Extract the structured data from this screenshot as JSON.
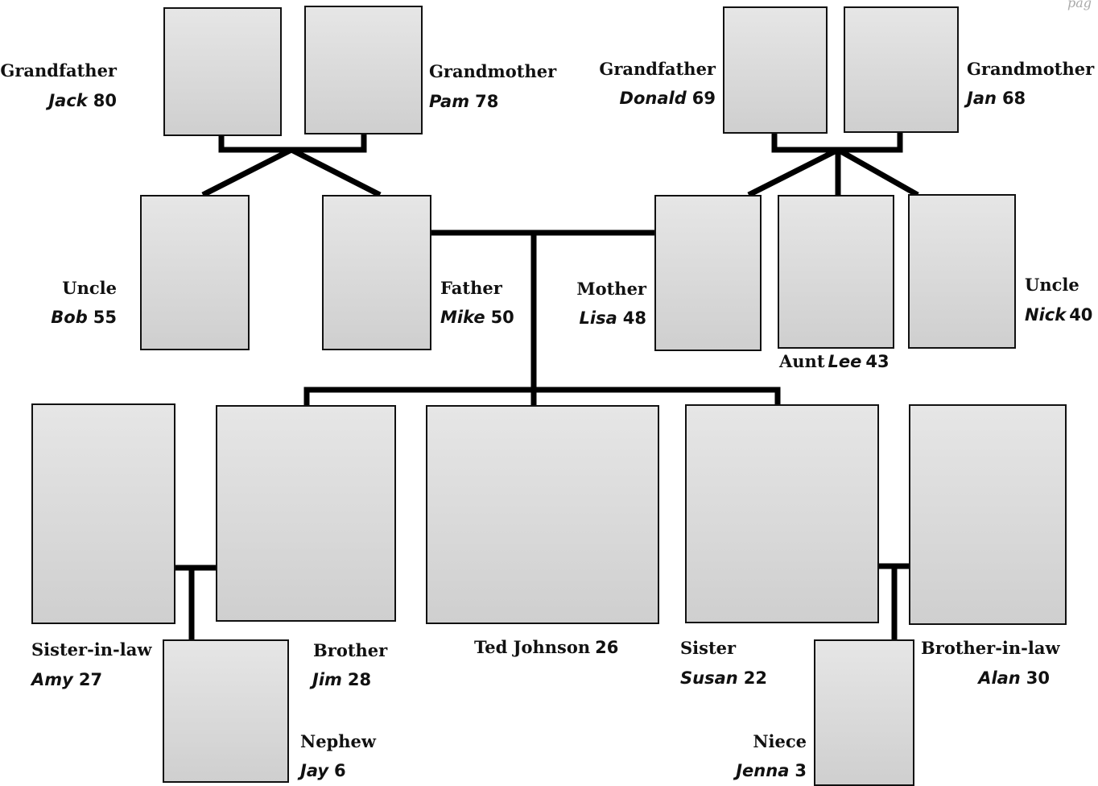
{
  "page_mark": "pag",
  "people": {
    "jack": {
      "role": "Grandfather",
      "name": "Jack",
      "age": "80"
    },
    "pam": {
      "role": "Grandmother",
      "name": "Pam",
      "age": "78"
    },
    "donald": {
      "role": "Grandfather",
      "name": "Donald",
      "age": "69"
    },
    "jan": {
      "role": "Grandmother",
      "name": "Jan",
      "age": "68"
    },
    "bob": {
      "role": "Uncle",
      "name": "Bob",
      "age": "55"
    },
    "mike": {
      "role": "Father",
      "name": "Mike",
      "age": "50"
    },
    "lisa": {
      "role": "Mother",
      "name": "Lisa",
      "age": "48"
    },
    "lee": {
      "role": "Aunt",
      "name": "Lee",
      "age": "43"
    },
    "nick": {
      "role": "Uncle",
      "name": "Nick",
      "age": "40"
    },
    "amy": {
      "role": "Sister-in-law",
      "name": "Amy",
      "age": "27"
    },
    "jim": {
      "role": "Brother",
      "name": "Jim",
      "age": "28"
    },
    "ted": {
      "name": "Ted Johnson",
      "age": "26"
    },
    "susan": {
      "role": "Sister",
      "name": "Susan",
      "age": "22"
    },
    "alan": {
      "role": "Brother-in-law",
      "name": "Alan",
      "age": "30"
    },
    "jay": {
      "role": "Nephew",
      "name": "Jay",
      "age": "6"
    },
    "jenna": {
      "role": "Niece",
      "name": "Jenna",
      "age": "3"
    }
  },
  "colors": {
    "line": "#000000",
    "photo_border": "#111111",
    "text": "#111111"
  }
}
